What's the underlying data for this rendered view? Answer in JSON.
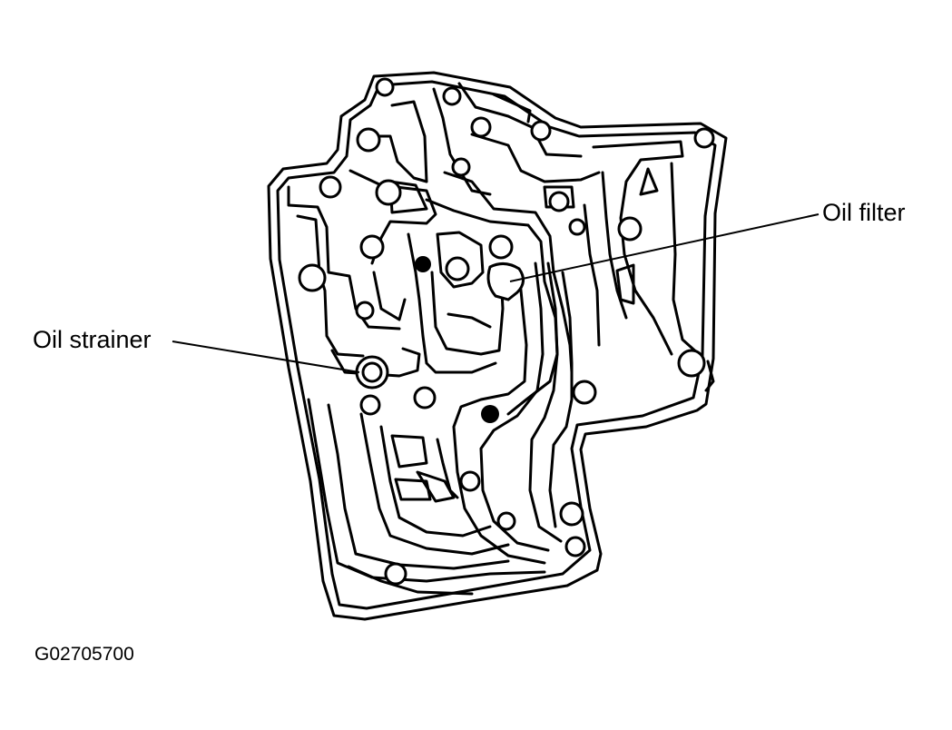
{
  "labels": {
    "oil_filter": "Oil filter",
    "oil_strainer": "Oil strainer"
  },
  "figure_id": "G02705700",
  "colors": {
    "ink": "#000000",
    "paper": "#ffffff"
  }
}
